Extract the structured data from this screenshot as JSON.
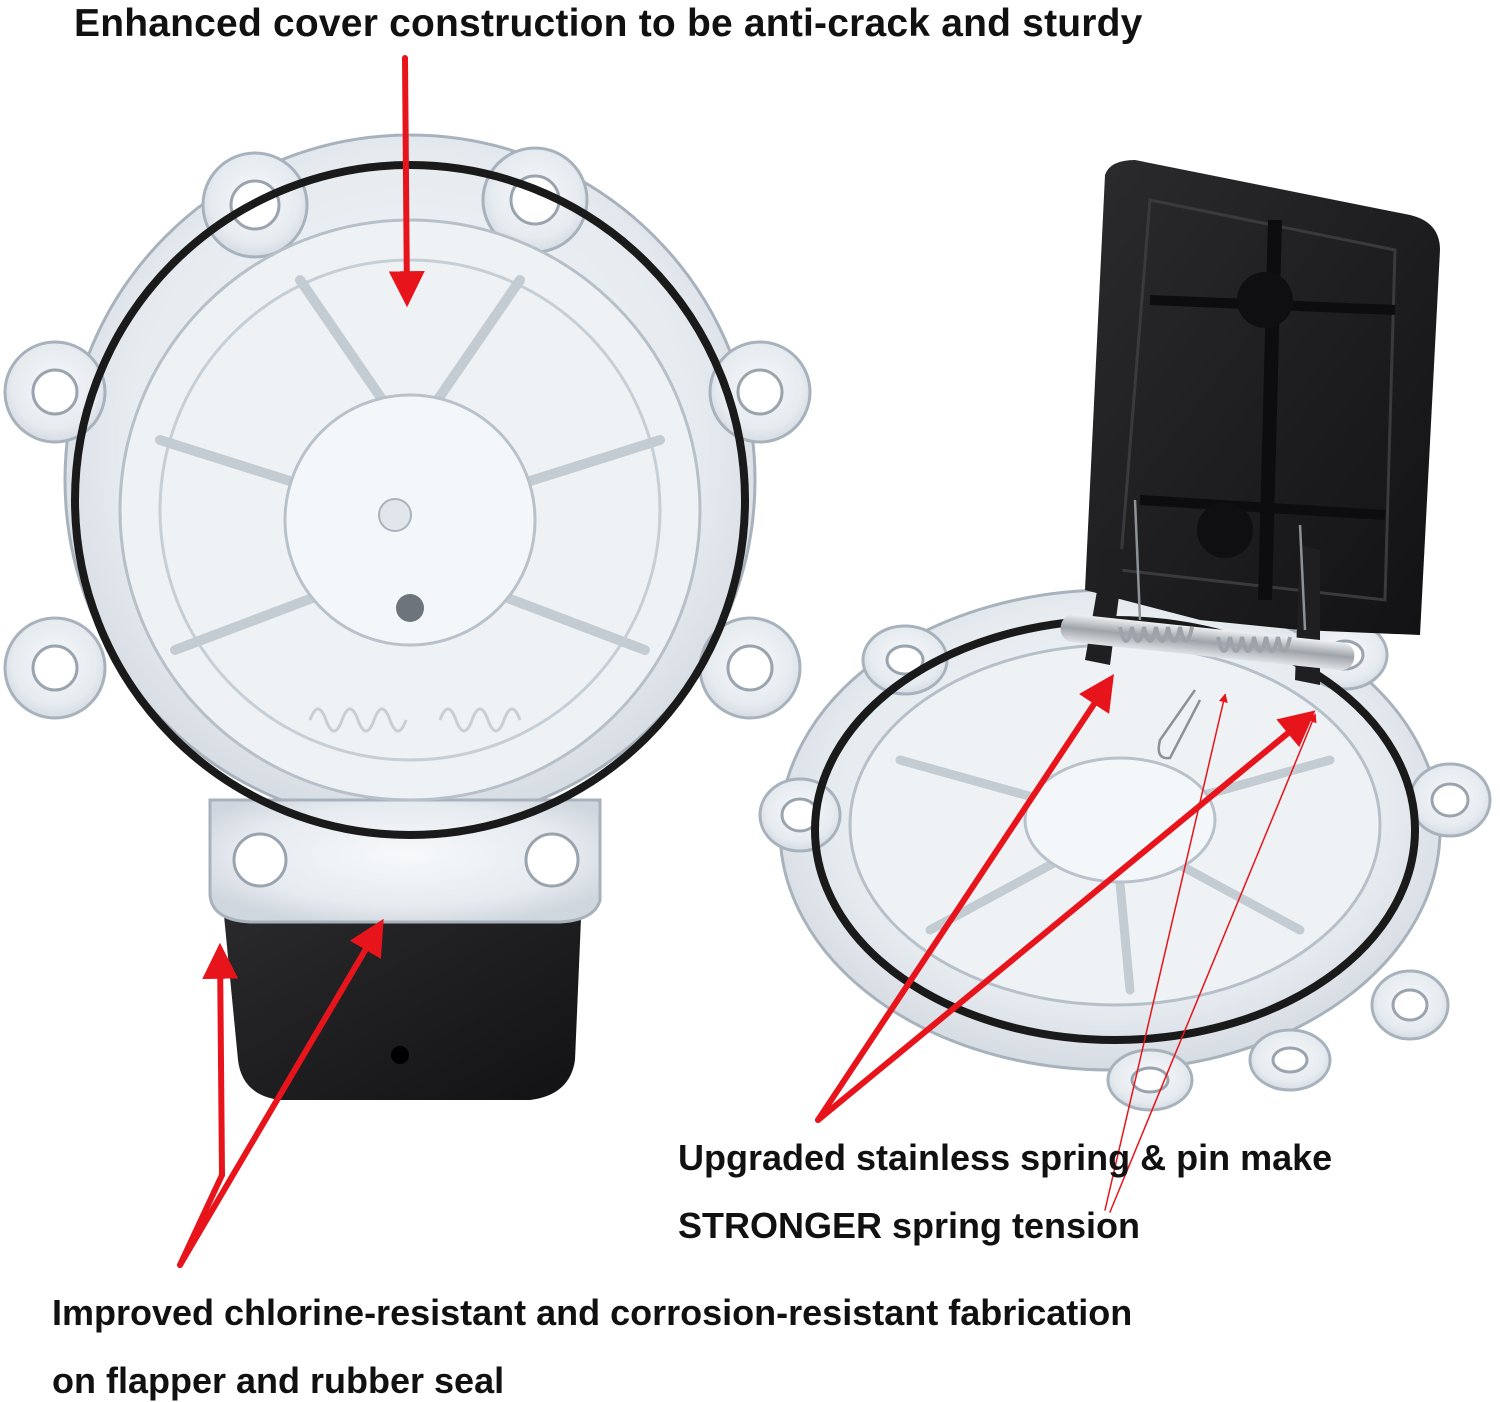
{
  "captions": {
    "top": "Enhanced cover construction to be anti-crack and sturdy",
    "spring_line1": "Upgraded stainless spring & pin make",
    "spring_line2": "STRONGER spring tension",
    "seal_line1": "Improved chlorine-resistant and corrosion-resistant fabrication",
    "seal_line2": "on flapper and rubber seal"
  },
  "colors": {
    "background": "#ffffff",
    "text": "#111111",
    "arrow": "#e8141c",
    "clear_plastic": "#e9eef3",
    "plastic_edge": "#a8b2bd",
    "rubber": "#1c1c1e",
    "metal": "#b9bcc0"
  }
}
